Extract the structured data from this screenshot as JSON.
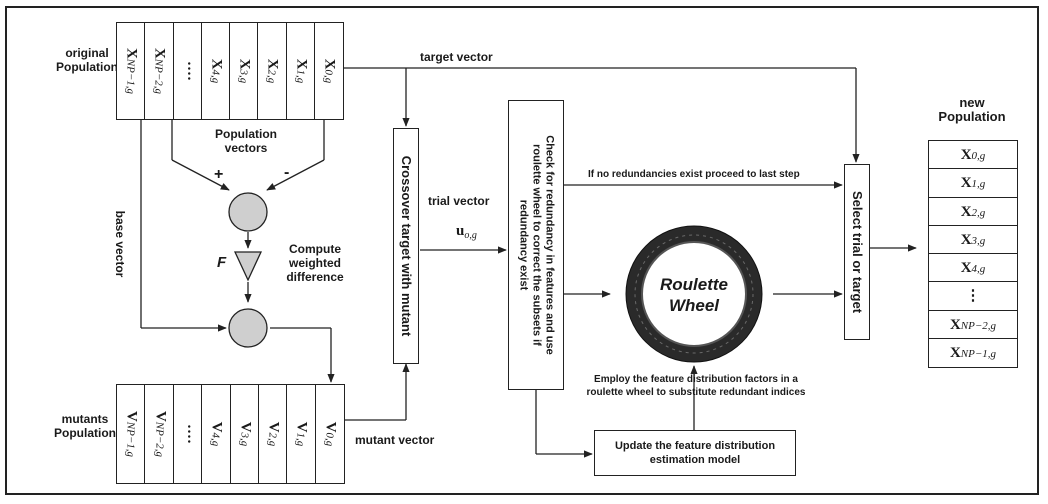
{
  "left": {
    "original_population": [
      "original",
      "Population"
    ],
    "mutants_population": [
      "mutants",
      "Population"
    ],
    "base_vector": "base vector",
    "population_vectors": [
      "Population",
      "vectors"
    ],
    "plus": "+",
    "minus": "-",
    "F": "F",
    "compute_weighted_difference": [
      "Compute",
      "weighted",
      "difference"
    ]
  },
  "orig_cells": [
    {
      "main": "X",
      "sub": "NP−1,g"
    },
    {
      "main": "X",
      "sub": "NP−2,g"
    },
    {
      "main": "····",
      "sub": ""
    },
    {
      "main": "X",
      "sub": "4,g"
    },
    {
      "main": "X",
      "sub": "3,g"
    },
    {
      "main": "X",
      "sub": "2,g"
    },
    {
      "main": "X",
      "sub": "1,g"
    },
    {
      "main": "X",
      "sub": "0,g"
    }
  ],
  "mutant_cells": [
    {
      "main": "V",
      "sub": "NP−1,g"
    },
    {
      "main": "V",
      "sub": "NP−2,g"
    },
    {
      "main": "····",
      "sub": ""
    },
    {
      "main": "V",
      "sub": "4,g"
    },
    {
      "main": "V",
      "sub": "3,g"
    },
    {
      "main": "V",
      "sub": "2,g"
    },
    {
      "main": "V",
      "sub": "1,g"
    },
    {
      "main": "V",
      "sub": "0,g"
    }
  ],
  "flow": {
    "target_vector": "target vector",
    "mutant_vector": "mutant vector",
    "trial_vector": "trial vector",
    "trial_symbol": "u",
    "trial_sub": "o,g",
    "crossover": "Crossover target with mutant",
    "check_redundancy": [
      "Check for redundancy in features and use",
      "roulette wheel to correct the subsets if",
      "redundancy exist"
    ],
    "no_redundancy": "If no redundancies exist proceed to last step",
    "select": "Select trial or target",
    "roulette": [
      "Roulette",
      "Wheel"
    ],
    "employ": [
      "Employ the feature distribution factors in a",
      "roulette wheel to substitute redundant indices"
    ],
    "update": [
      "Update the feature distribution",
      "estimation model"
    ]
  },
  "new_population": {
    "title": [
      "new",
      "Population"
    ],
    "cells": [
      {
        "main": "X",
        "sub": "0,g"
      },
      {
        "main": "X",
        "sub": "1,g"
      },
      {
        "main": "X",
        "sub": "2,g"
      },
      {
        "main": "X",
        "sub": "3,g"
      },
      {
        "main": "X",
        "sub": "4,g"
      },
      {
        "main": "⋮",
        "sub": ""
      },
      {
        "main": "X",
        "sub": "NP−2,g"
      },
      {
        "main": "X",
        "sub": "NP−1,g"
      }
    ]
  }
}
